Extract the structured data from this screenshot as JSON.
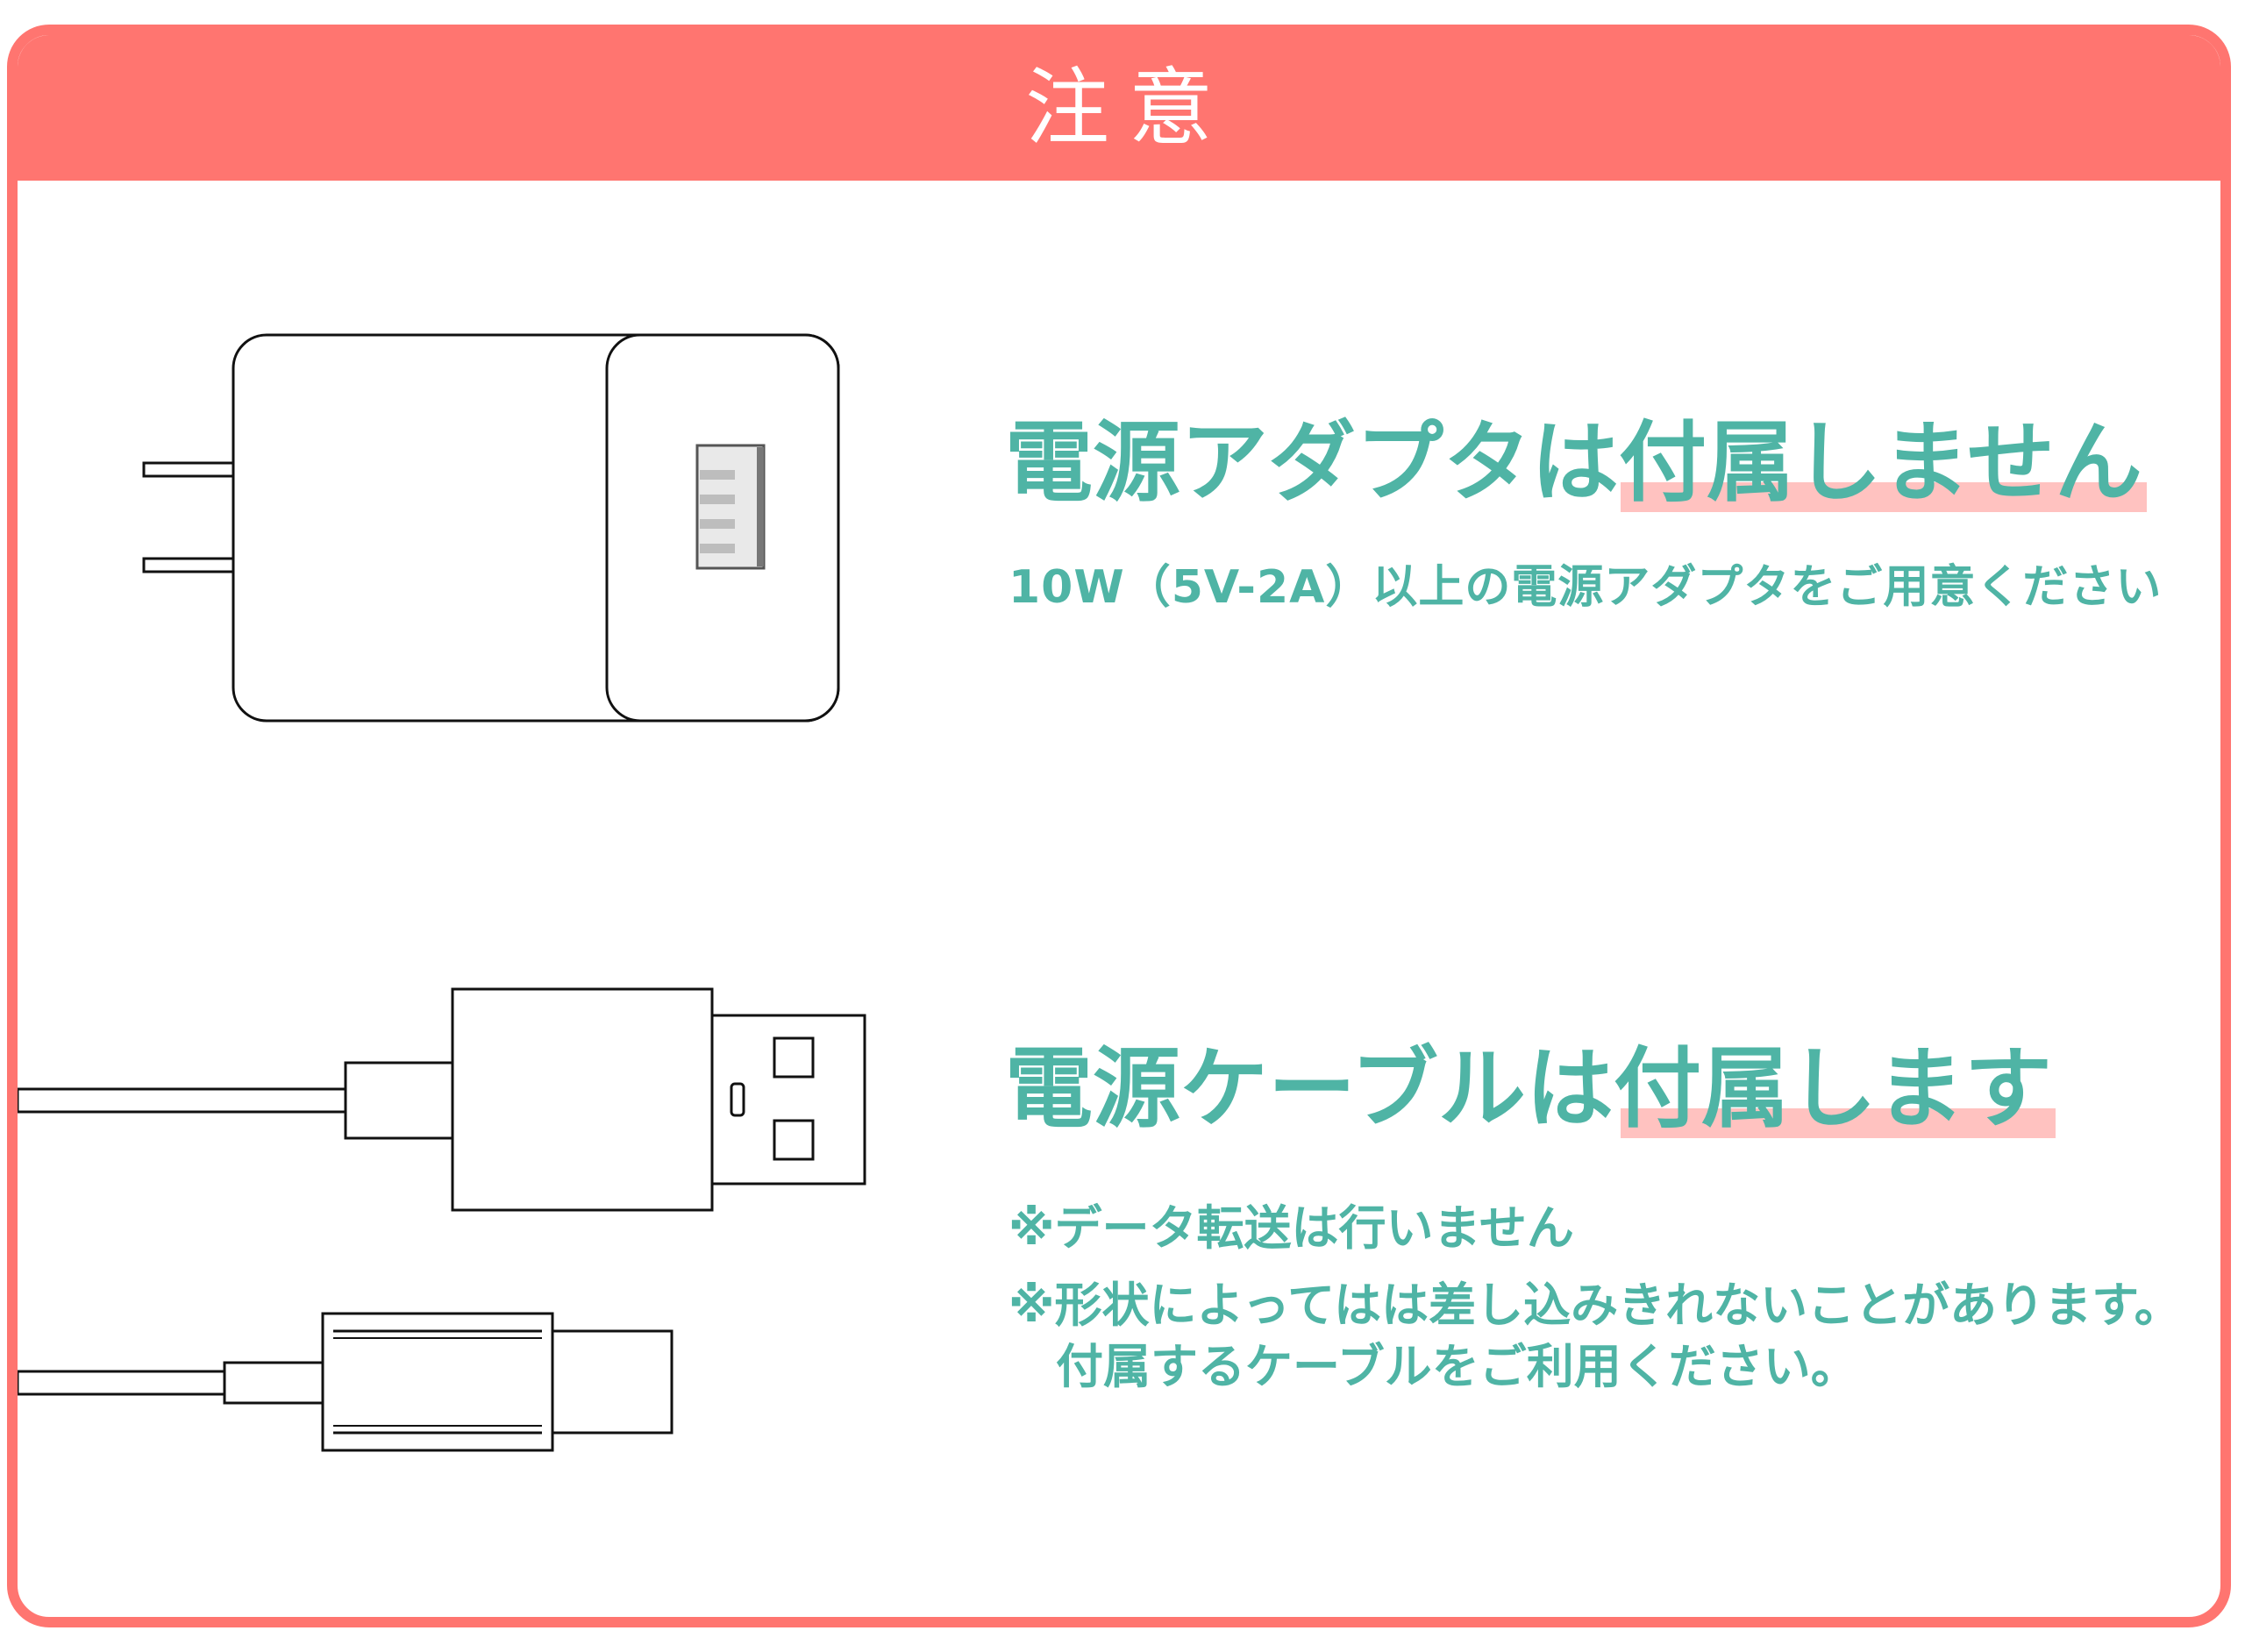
{
  "header": {
    "title": "注意"
  },
  "adapter_section": {
    "heading": "電源アダプタは付属しません",
    "subtext": "10W（5V-2A）以上の電源アダプタをご用意ください"
  },
  "cable_section": {
    "heading": "電源ケーブルは付属します",
    "note_1": "※データ転送は行いません",
    "note_2_line_1": "※形状によってはは差し込みきれないことがあります。",
    "note_2_line_2": "付属するケーブルをご利用ください。"
  },
  "colors": {
    "frame": "#ff7570",
    "text": "#4fb4a5",
    "highlight": "#ffc2c0"
  }
}
